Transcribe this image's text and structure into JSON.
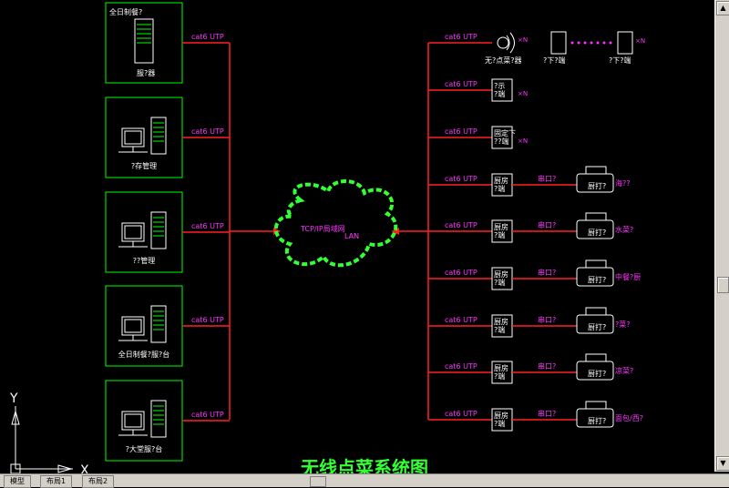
{
  "diagram": {
    "title": "无线点菜系统图",
    "cloud_label_1": "TCP/IP局域网",
    "cloud_label_2": "LAN",
    "axis_y": "Y",
    "axis_x": "X",
    "left_nodes": [
      {
        "label": "全日制餐?",
        "sublabel": "服?器",
        "type": "server",
        "cable": "cat6 UTP"
      },
      {
        "label": "?存管理",
        "sublabel": "",
        "type": "pc",
        "cable": "cat6 UTP"
      },
      {
        "label": "??管理",
        "sublabel": "",
        "type": "pc",
        "cable": "cat6 UTP"
      },
      {
        "label": "全日制餐?服?台",
        "sublabel": "",
        "type": "pc",
        "cable": "cat6 UTP"
      },
      {
        "label": "?大堂服?台",
        "sublabel": "",
        "type": "pc",
        "cable": "cat6 UTP"
      }
    ],
    "right_rows": [
      {
        "cable": "cat6 UTP",
        "device": "无?点菜?器",
        "extra": "×N",
        "type": "wireless"
      },
      {
        "cable": "cat6 UTP",
        "device": "?示\n?端",
        "extra": "×N",
        "type": "box"
      },
      {
        "cable": "cat6 UTP",
        "device": "固定下\n??端",
        "extra": "×N",
        "type": "box"
      },
      {
        "cable": "cat6 UTP",
        "device": "厨房\n?端",
        "port": "串口?",
        "printer": "厨打?",
        "dest": "海??",
        "type": "printer"
      },
      {
        "cable": "cat6 UTP",
        "device": "厨房\n?端",
        "port": "串口?",
        "printer": "厨打?",
        "dest": "水菜?",
        "type": "printer"
      },
      {
        "cable": "cat6 UTP",
        "device": "厨房\n?端",
        "port": "串口?",
        "printer": "厨打?",
        "dest": "中餐?厨",
        "type": "printer"
      },
      {
        "cable": "cat6 UTP",
        "device": "厨房\n?端",
        "port": "串口?",
        "printer": "厨打?",
        "dest": "?菜?",
        "type": "printer"
      },
      {
        "cable": "cat6 UTP",
        "device": "厨房\n?端",
        "port": "串口?",
        "printer": "厨打?",
        "dest": "凉菜?",
        "type": "printer"
      },
      {
        "cable": "cat6 UTP",
        "device": "厨房\n?端",
        "port": "串口?",
        "printer": "厨打?",
        "dest": "面包/西?",
        "type": "printer"
      }
    ],
    "handheld_1": "?下?端",
    "handheld_2": "?下?端",
    "handheld_extra": "×N"
  },
  "colors": {
    "background": "#000000",
    "cable": "#ff2020",
    "label": "#ff33ff",
    "box": "#00ff00",
    "cloud": "#33ff33",
    "white": "#ffffff",
    "title_underline": "#c000c0"
  },
  "ui": {
    "status_tab_1": "模型",
    "status_tab_2": "布局1",
    "status_tab_3": "布局2"
  }
}
